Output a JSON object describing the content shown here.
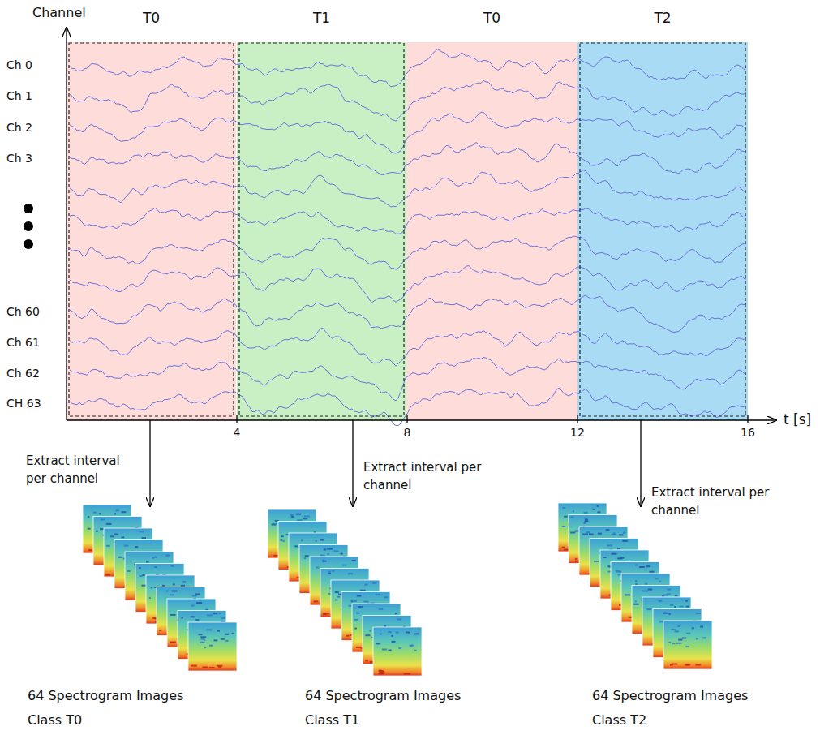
{
  "diagram": {
    "nodes": [
      {
        "text": [
          "T0"
        ]
      },
      {
        "text": [
          "T1"
        ]
      },
      {
        "text": [
          "T0"
        ]
      },
      {
        "text": [
          "T2"
        ]
      },
      {
        "text": [
          "64 Spectrogram Images",
          "Class T0"
        ]
      },
      {
        "text": [
          "64 Spectrogram Images",
          "Class T1"
        ]
      },
      {
        "text": [
          "64 Spectrogram Images",
          "Class T2"
        ]
      }
    ],
    "edges": [
      {
        "from": 0,
        "to": 4,
        "label": "Extract interval per channel",
        "arrow": "to"
      },
      {
        "from": 1,
        "to": 5,
        "label": "Extract interval per channel",
        "arrow": "to"
      },
      {
        "from": 3,
        "to": 6,
        "label": "Extract interval per channel",
        "arrow": "to"
      }
    ],
    "labels": [
      "Channel",
      "Ch 0",
      "Ch 1",
      "Ch 2",
      "Ch 3",
      "Ch 60",
      "Ch 61",
      "Ch 62",
      "CH 63",
      "4",
      "8",
      "12",
      "16",
      "t [s]"
    ]
  }
}
